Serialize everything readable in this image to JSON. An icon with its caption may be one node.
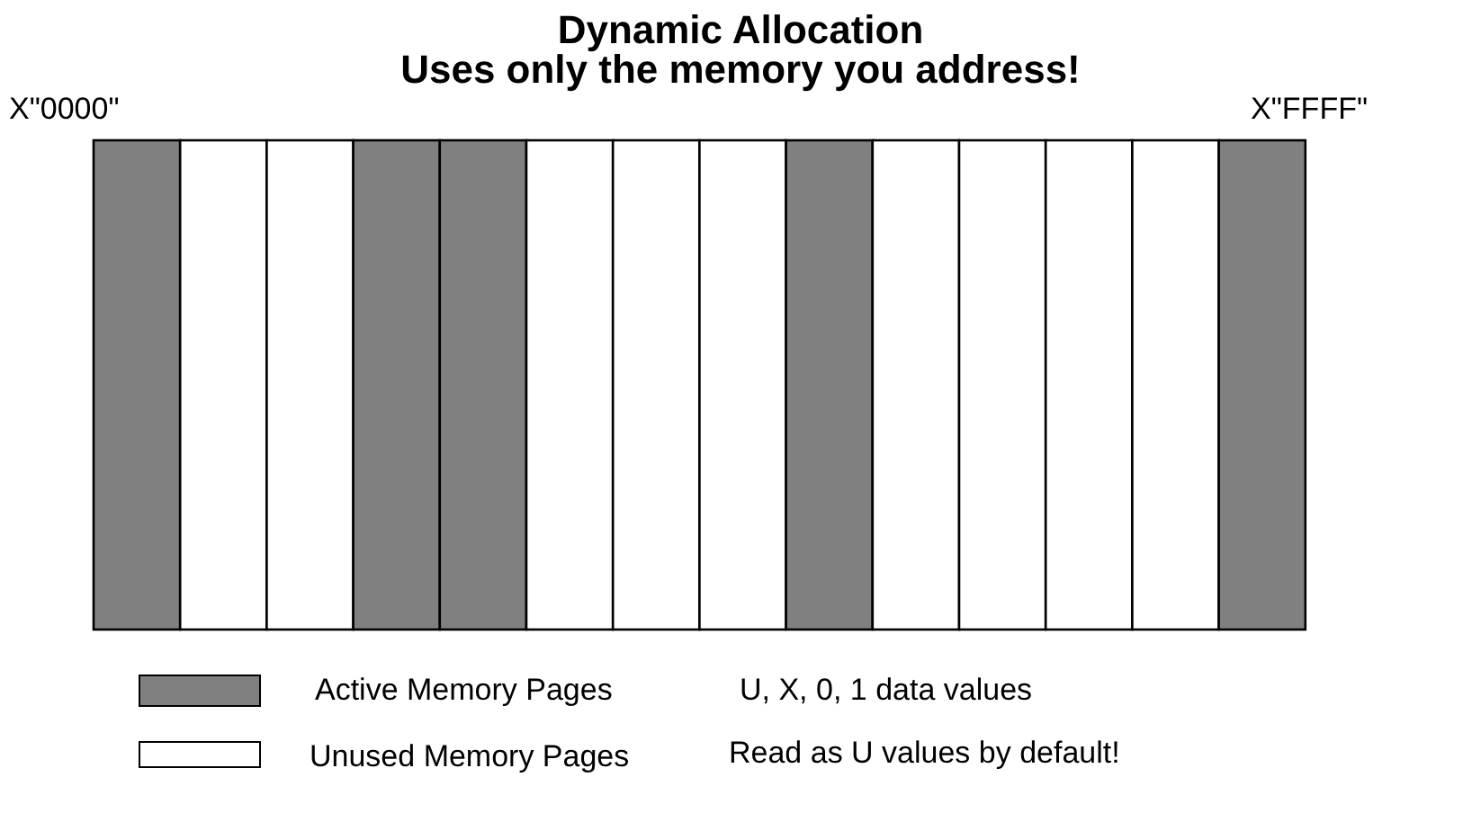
{
  "diagram": {
    "title": "Dynamic Allocation",
    "labels": [
      "Uses only the memory you address!",
      "X\"0000\"",
      "X\"FFFF\"",
      "U, X, 0, 1 data values",
      "Read as U values by default!"
    ],
    "legend": [
      {
        "text": "Active Memory Pages",
        "color": "#808080"
      },
      {
        "text": "Unused Memory Pages",
        "color": "#ffffff"
      }
    ]
  }
}
